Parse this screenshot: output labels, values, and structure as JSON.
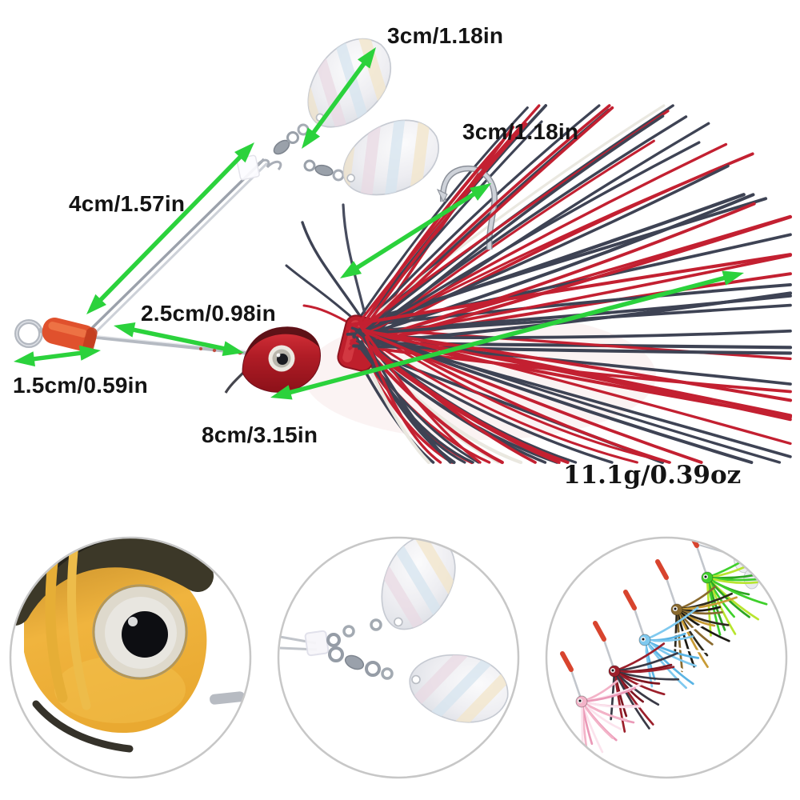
{
  "product": {
    "annotations": {
      "blade_top": "3cm/1.18in",
      "blade_bottom": "3cm/1.18in",
      "upper_arm": "4cm/1.57in",
      "arm_gap": "2.5cm/0.98in",
      "wire_loop": "1.5cm/0.59in",
      "skirt_body": "8cm/3.15in",
      "weight": "11.1g/0.39oz"
    },
    "colors": {
      "arrow": "#2bd23c",
      "skirt_red": "#c32031",
      "skirt_dark": "#3e4354",
      "skirt_pale": "#eae8e0",
      "sleeve": "#e0512d",
      "jighead": "#b51f27",
      "band": "#bf1f2c",
      "wire": "#bfc3cb",
      "text": "#141414",
      "thumb_border": "#c7c7c7",
      "blade_silver": "#ececf0"
    },
    "thumbnails": [
      {
        "name": "jig-head-closeup"
      },
      {
        "name": "spinner-blades-closeup"
      },
      {
        "name": "color-variants",
        "variants": [
          {
            "name": "green",
            "colors": [
              "#3fd02c",
              "#b8e52f",
              "#2da522"
            ]
          },
          {
            "name": "gold-black",
            "colors": [
              "#8a6a2e",
              "#2e2a1e",
              "#c89b35",
              "#1c1a14"
            ]
          },
          {
            "name": "blue",
            "colors": [
              "#7fc9ef",
              "#ffffff",
              "#5ab4e4"
            ]
          },
          {
            "name": "red-black",
            "colors": [
              "#9c1f2b",
              "#3a3a46",
              "#7e141f"
            ]
          },
          {
            "name": "pink",
            "colors": [
              "#f3b3c8",
              "#fbe3ed",
              "#eb9ab8"
            ]
          }
        ]
      }
    ]
  }
}
